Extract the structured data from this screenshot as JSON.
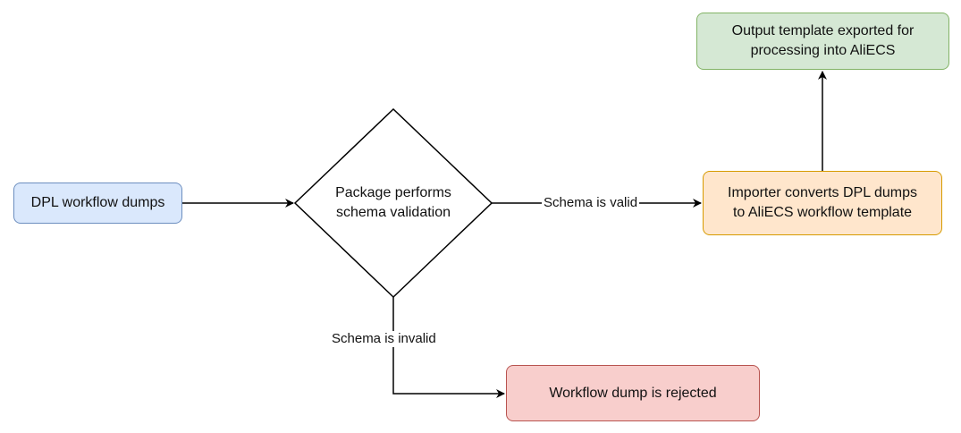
{
  "nodes": {
    "dpl_dumps": {
      "label": "DPL workflow dumps",
      "fill": "#dae8fc",
      "stroke": "#6c8ebf"
    },
    "validation": {
      "label": "Package performs\nschema validation",
      "fill": "#ffffff",
      "stroke": "#000000"
    },
    "importer": {
      "label": "Importer converts DPL dumps\nto AliECS workflow template",
      "fill": "#ffe6cc",
      "stroke": "#d79b00"
    },
    "output": {
      "label": "Output template exported for\nprocessing into AliECS",
      "fill": "#d5e8d4",
      "stroke": "#82b366"
    },
    "rejected": {
      "label": "Workflow dump is rejected",
      "fill": "#f8cecc",
      "stroke": "#b85450"
    }
  },
  "edges": {
    "valid_label": "Schema is valid",
    "invalid_label": "Schema is invalid"
  }
}
